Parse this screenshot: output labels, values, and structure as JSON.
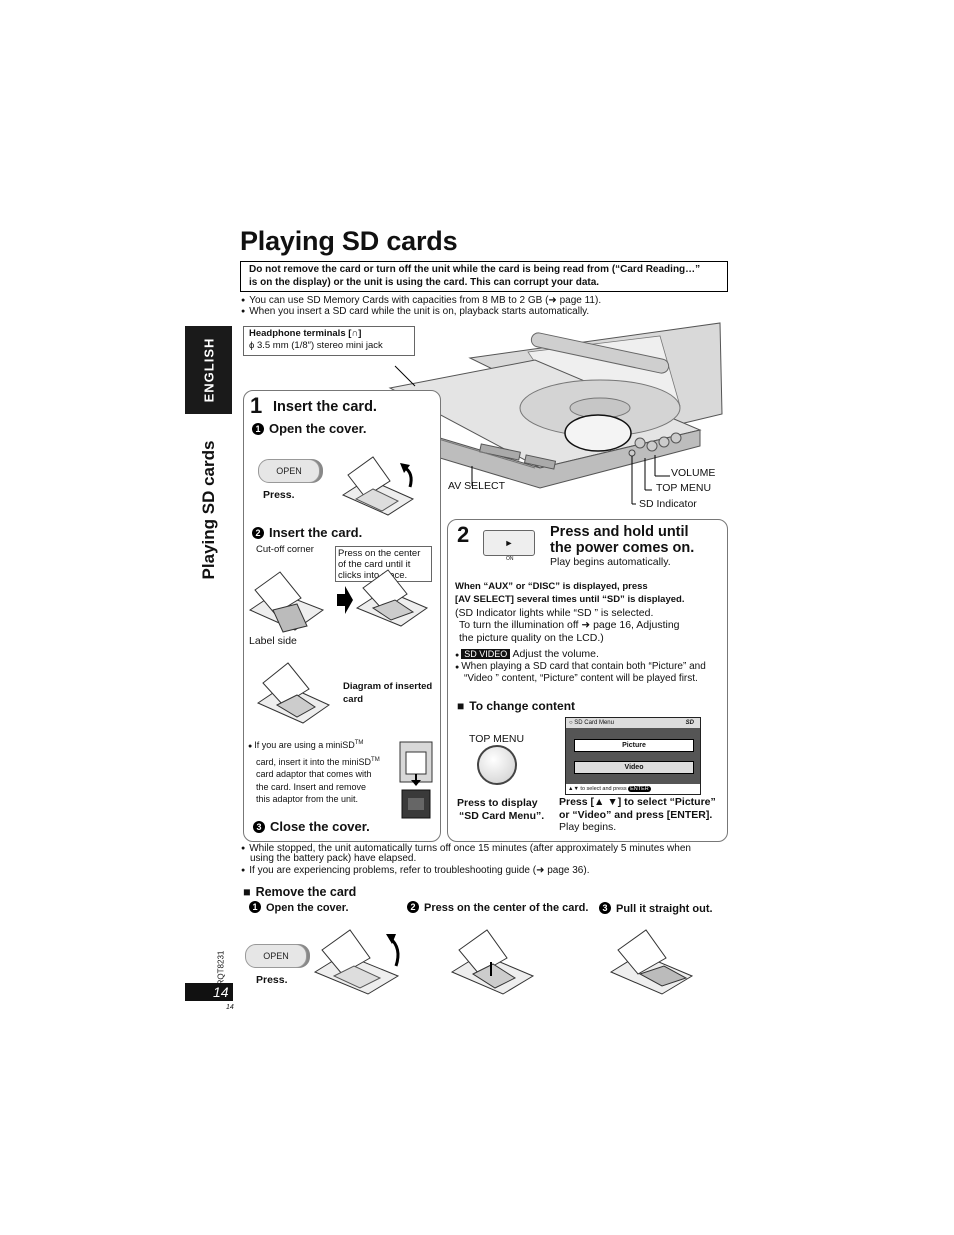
{
  "title": "Playing SD cards",
  "warning": {
    "line1": "Do not remove the card or turn off the unit while the card is being read from (“Card Reading…”",
    "line2": "is on the display) or the unit is using the card. This can corrupt your data."
  },
  "intro_bullets": [
    "You can use SD Memory Cards with capacities from 8 MB to 2 GB (➜ page 11).",
    "When you insert a SD card while the unit is on, playback starts automatically."
  ],
  "side": {
    "language": "ENGLISH",
    "section": "Playing SD cards"
  },
  "headphone": {
    "title": "Headphone terminals [∩]",
    "desc": "ϕ 3.5 mm (1/8″) stereo mini jack"
  },
  "device_labels": {
    "av_select": "AV SELECT",
    "volume": "VOLUME",
    "top_menu": "TOP MENU",
    "sd_indicator": "SD Indicator"
  },
  "step1": {
    "number": "1",
    "heading": "Insert the card.",
    "sub1": {
      "num": "1",
      "label": "Open the cover.",
      "button": "OPEN",
      "press": "Press."
    },
    "sub2": {
      "num": "2",
      "label": "Insert the card.",
      "cutoff": "Cut-off corner",
      "press_center": "Press on the center of the card until it clicks into place.",
      "label_side": "Label side",
      "diagram": "Diagram of inserted card"
    },
    "minisd": {
      "line1": "If you are using a miniSD",
      "tm": "TM",
      "line2": "card, insert it into the miniSD",
      "line3": "card adaptor that comes with",
      "line4": "the card. Insert and remove",
      "line5": "this adaptor from the unit."
    },
    "sub3": {
      "num": "3",
      "label": "Close the cover."
    }
  },
  "step2": {
    "number": "2",
    "heading1": "Press and hold until",
    "heading2": "the power comes on.",
    "sub": "Play begins automatically.",
    "button_on": "ON",
    "bold1": "When “AUX” or “DISC” is displayed, press",
    "bold2": "[AV SELECT] several times until “SD” is displayed.",
    "note1": "(SD Indicator lights while “SD ” is selected.",
    "note2": "To turn the illumination off ➜ page 16, Adjusting",
    "note3": "the picture quality on the LCD.)",
    "badge": "SD VIDEO",
    "adjust": "Adjust the volume.",
    "bullet2a": "When playing a SD card that contain both “Picture” and",
    "bullet2b": "“Video ” content, “Picture” content will be played first.",
    "change_heading": "To change content",
    "top_menu": "TOP MENU",
    "menu_title": "SD Card Menu",
    "menu_items": [
      "Picture",
      "Video"
    ],
    "menu_footer": "to select and press",
    "menu_enter": "ENTER",
    "press_display1": "Press to display",
    "press_display2": "“SD Card Menu”.",
    "select1": "Press [▲ ▼] to select “Picture”",
    "select2": "or “Video” and press [ENTER].",
    "select3": "Play begins."
  },
  "bottom_bullets": [
    "While stopped, the unit automatically turns off once 15 minutes (after approximately 5 minutes when",
    "using the battery pack) have elapsed.",
    "If you are experiencing problems, refer to troubleshooting guide (➜ page 36)."
  ],
  "remove": {
    "heading": "Remove the card",
    "step1": "Open the cover.",
    "step2": "Press on the center of the card.",
    "step3": "Pull it straight out.",
    "button": "OPEN",
    "press": "Press."
  },
  "footer": {
    "code": "RQT8231",
    "page": "14",
    "page_small": "14"
  }
}
